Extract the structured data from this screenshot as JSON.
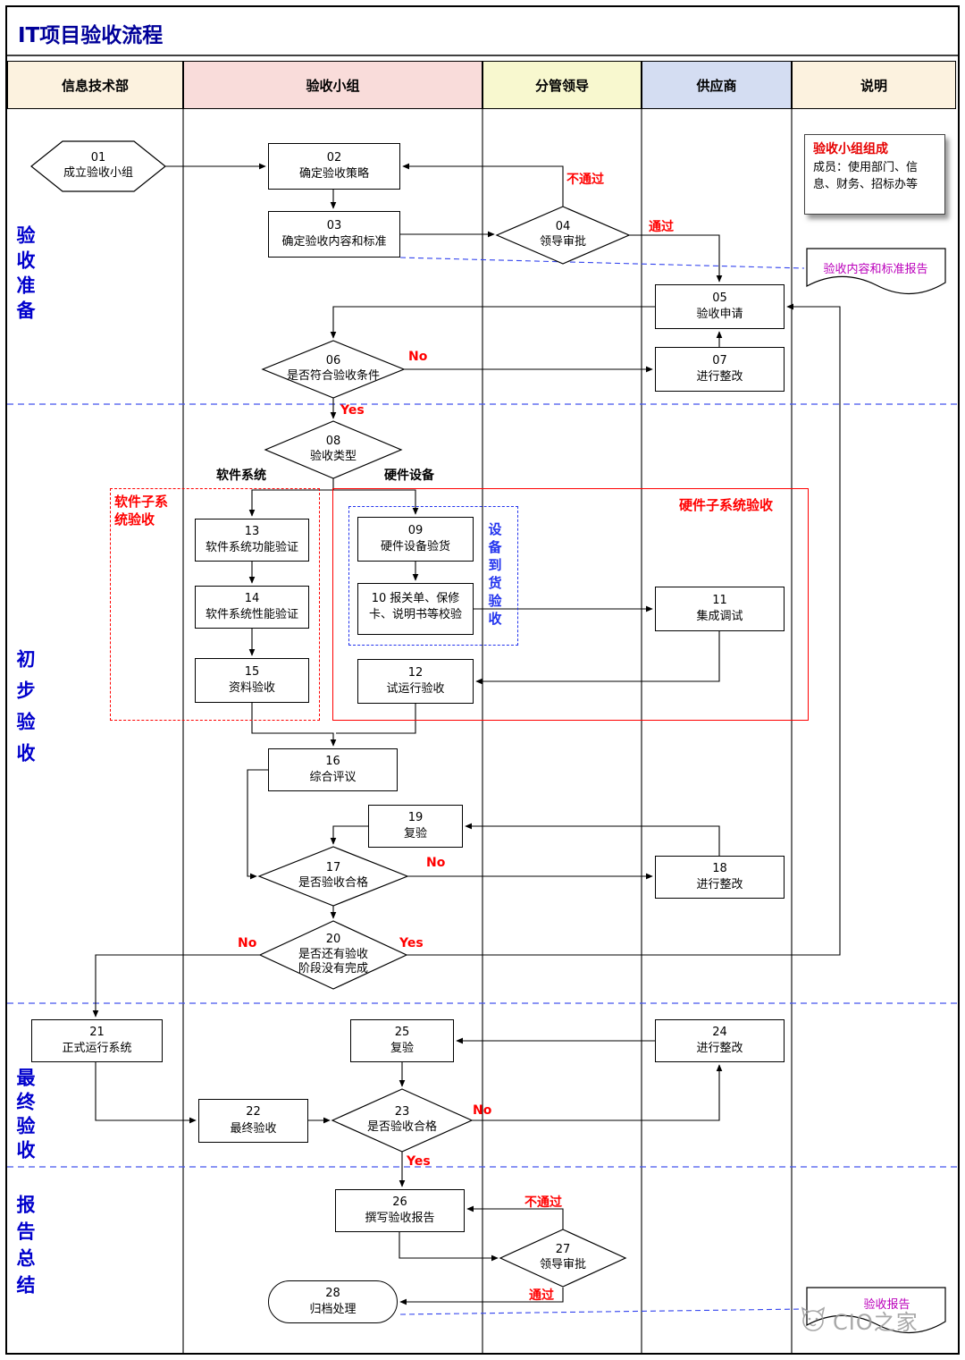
{
  "title": "IT项目验收流程",
  "lanes": [
    {
      "label": "信息技术部",
      "color": "#fcf2df"
    },
    {
      "label": "验收小组",
      "color": "#f9dcda"
    },
    {
      "label": "分管领导",
      "color": "#f8f8cf"
    },
    {
      "label": "供应商",
      "color": "#d4ddf2"
    },
    {
      "label": "说明",
      "color": "#fcf2df"
    }
  ],
  "phases": [
    {
      "label": "验收准备"
    },
    {
      "label": "初步验收"
    },
    {
      "label": "最终验收"
    },
    {
      "label": "报告总结"
    }
  ],
  "nodes": {
    "n01": {
      "num": "01",
      "label": "成立验收小组"
    },
    "n02": {
      "num": "02",
      "label": "确定验收策略"
    },
    "n03": {
      "num": "03",
      "label": "确定验收内容和标准"
    },
    "n04": {
      "num": "04",
      "label": "领导审批"
    },
    "n05": {
      "num": "05",
      "label": "验收申请"
    },
    "n06": {
      "num": "06",
      "label": "是否符合验收条件"
    },
    "n07": {
      "num": "07",
      "label": "进行整改"
    },
    "n08": {
      "num": "08",
      "label": "验收类型"
    },
    "n09": {
      "num": "09",
      "label": "硬件设备验货"
    },
    "n10": {
      "num": "10",
      "label": "报关单、保修卡、说明书等校验"
    },
    "n11": {
      "num": "11",
      "label": "集成调试"
    },
    "n12": {
      "num": "12",
      "label": "试运行验收"
    },
    "n13": {
      "num": "13",
      "label": "软件系统功能验证"
    },
    "n14": {
      "num": "14",
      "label": "软件系统性能验证"
    },
    "n15": {
      "num": "15",
      "label": "资料验收"
    },
    "n16": {
      "num": "16",
      "label": "综合评议"
    },
    "n17": {
      "num": "17",
      "label": "是否验收合格"
    },
    "n18": {
      "num": "18",
      "label": "进行整改"
    },
    "n19": {
      "num": "19",
      "label": "复验"
    },
    "n20": {
      "num": "20",
      "label": "是否还有验收阶段没有完成"
    },
    "n21": {
      "num": "21",
      "label": "正式运行系统"
    },
    "n22": {
      "num": "22",
      "label": "最终验收"
    },
    "n23": {
      "num": "23",
      "label": "是否验收合格"
    },
    "n24": {
      "num": "24",
      "label": "进行整改"
    },
    "n25": {
      "num": "25",
      "label": "复验"
    },
    "n26": {
      "num": "26",
      "label": "撰写验收报告"
    },
    "n27": {
      "num": "27",
      "label": "领导审批"
    },
    "n28": {
      "num": "28",
      "label": "归档处理"
    }
  },
  "edge_labels": {
    "a04_fail": "不通过",
    "a04_pass": "通过",
    "c06_no": "No",
    "c06_yes": "Yes",
    "c17_no": "No",
    "c20_no": "No",
    "c20_yes": "Yes",
    "c23_no": "No",
    "c23_yes": "Yes",
    "a27_fail": "不通过",
    "a27_pass": "通过"
  },
  "branch_labels": {
    "software": "软件系统",
    "hardware": "硬件设备"
  },
  "groups": {
    "software_sub": "软件子系统验收",
    "hardware_sub": "硬件子系统验收",
    "device_arrival": "设备到货验收"
  },
  "notes": {
    "team_title": "验收小组组成",
    "team_body": "成员：使用部门、信息、财务、招标办等",
    "doc_standard": "验收内容和标准报告",
    "doc_report": "验收报告"
  },
  "watermark": "CIO之家",
  "colors": {
    "title_blue": "#000099",
    "phase_blue": "#0000cc",
    "label_red": "#ff0000",
    "note_magenta": "#bb00bb",
    "group_red": "#ff0000",
    "device_blue": "#2233ee"
  }
}
